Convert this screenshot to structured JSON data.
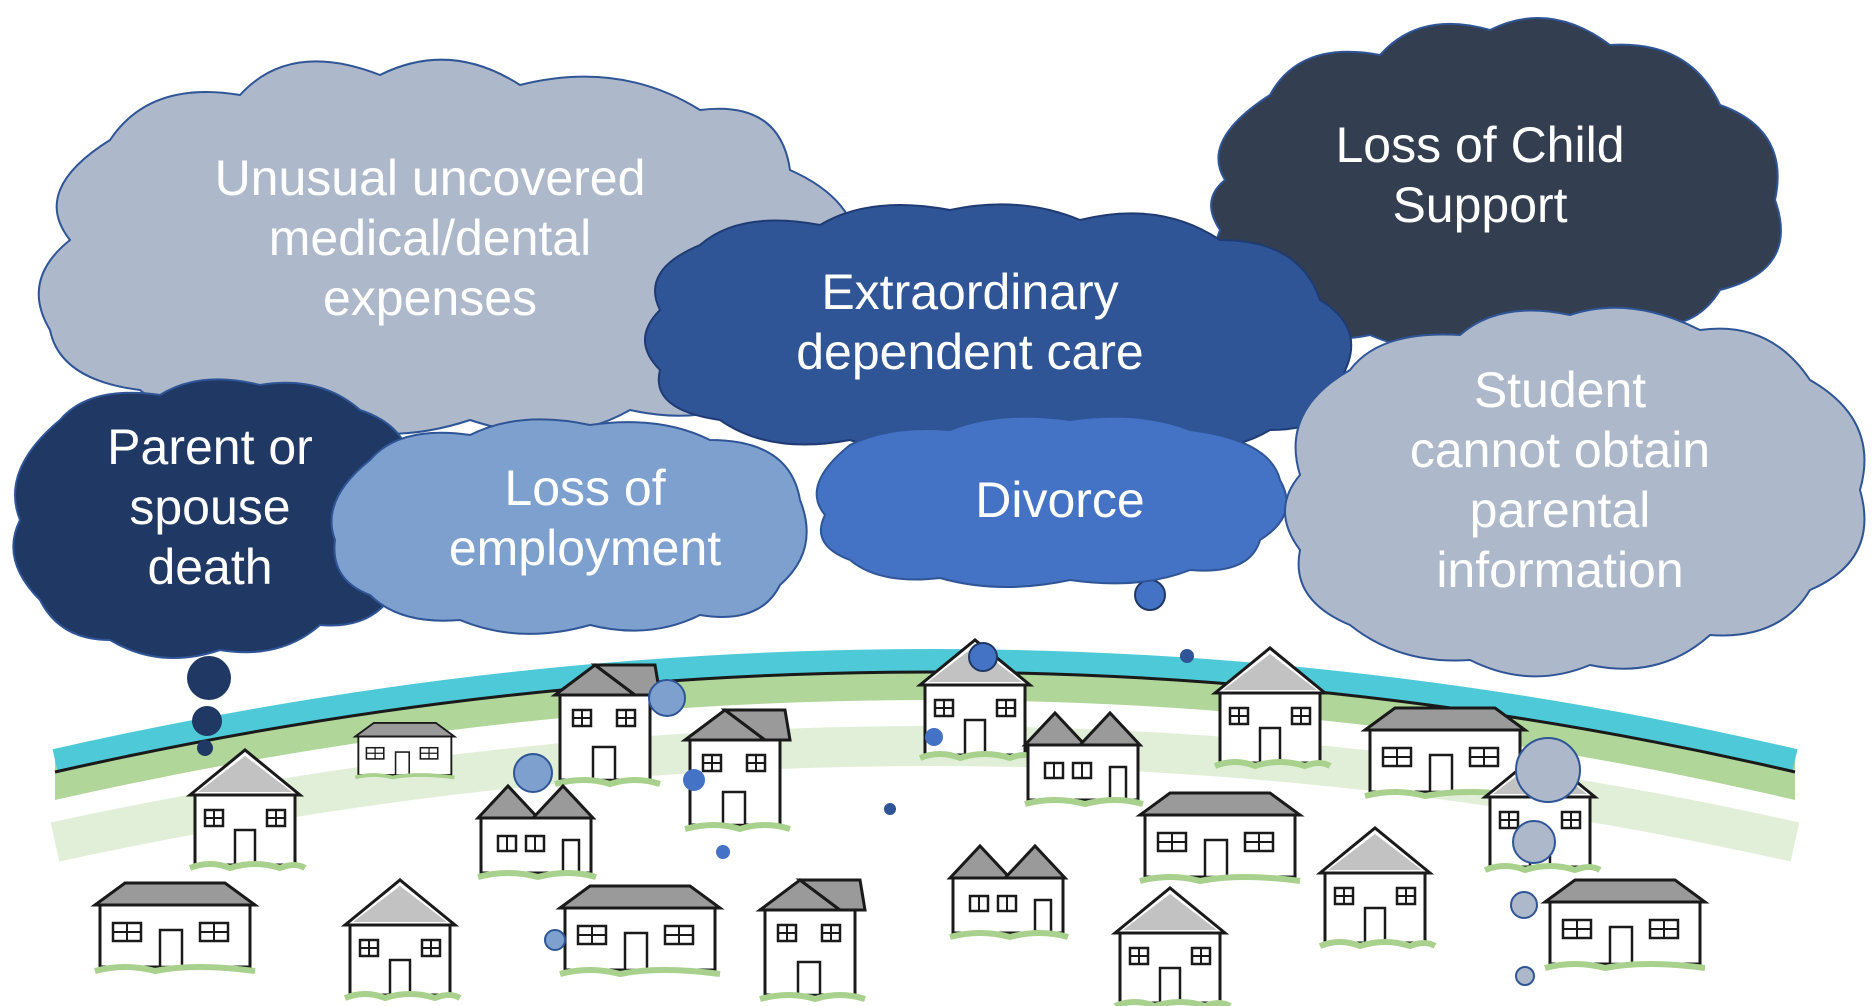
{
  "clouds": [
    {
      "id": "medical",
      "lines": [
        "Unusual uncovered",
        "medical/dental",
        "expenses"
      ],
      "color": "#adb9ca"
    },
    {
      "id": "child-support",
      "lines": [
        "Loss of Child",
        "Support"
      ],
      "color": "#333f50"
    },
    {
      "id": "dependent-care",
      "lines": [
        "Extraordinary",
        "dependent care"
      ],
      "color": "#2f5597"
    },
    {
      "id": "parent-death",
      "lines": [
        "Parent or",
        "spouse",
        "death"
      ],
      "color": "#203864"
    },
    {
      "id": "employment",
      "lines": [
        "Loss of",
        "employment"
      ],
      "color": "#7da0cf"
    },
    {
      "id": "divorce",
      "lines": [
        "Divorce"
      ],
      "color": "#4472c4"
    },
    {
      "id": "parental-info",
      "lines": [
        "Student",
        "cannot obtain",
        "parental",
        "information"
      ],
      "color": "#adb9ca"
    }
  ],
  "colors": {
    "ground_green": "#a9d18e",
    "horizon_blue": "#4dc9d8",
    "house_stroke": "#1a1a1a",
    "roof_gray": "#8c8c8c"
  }
}
